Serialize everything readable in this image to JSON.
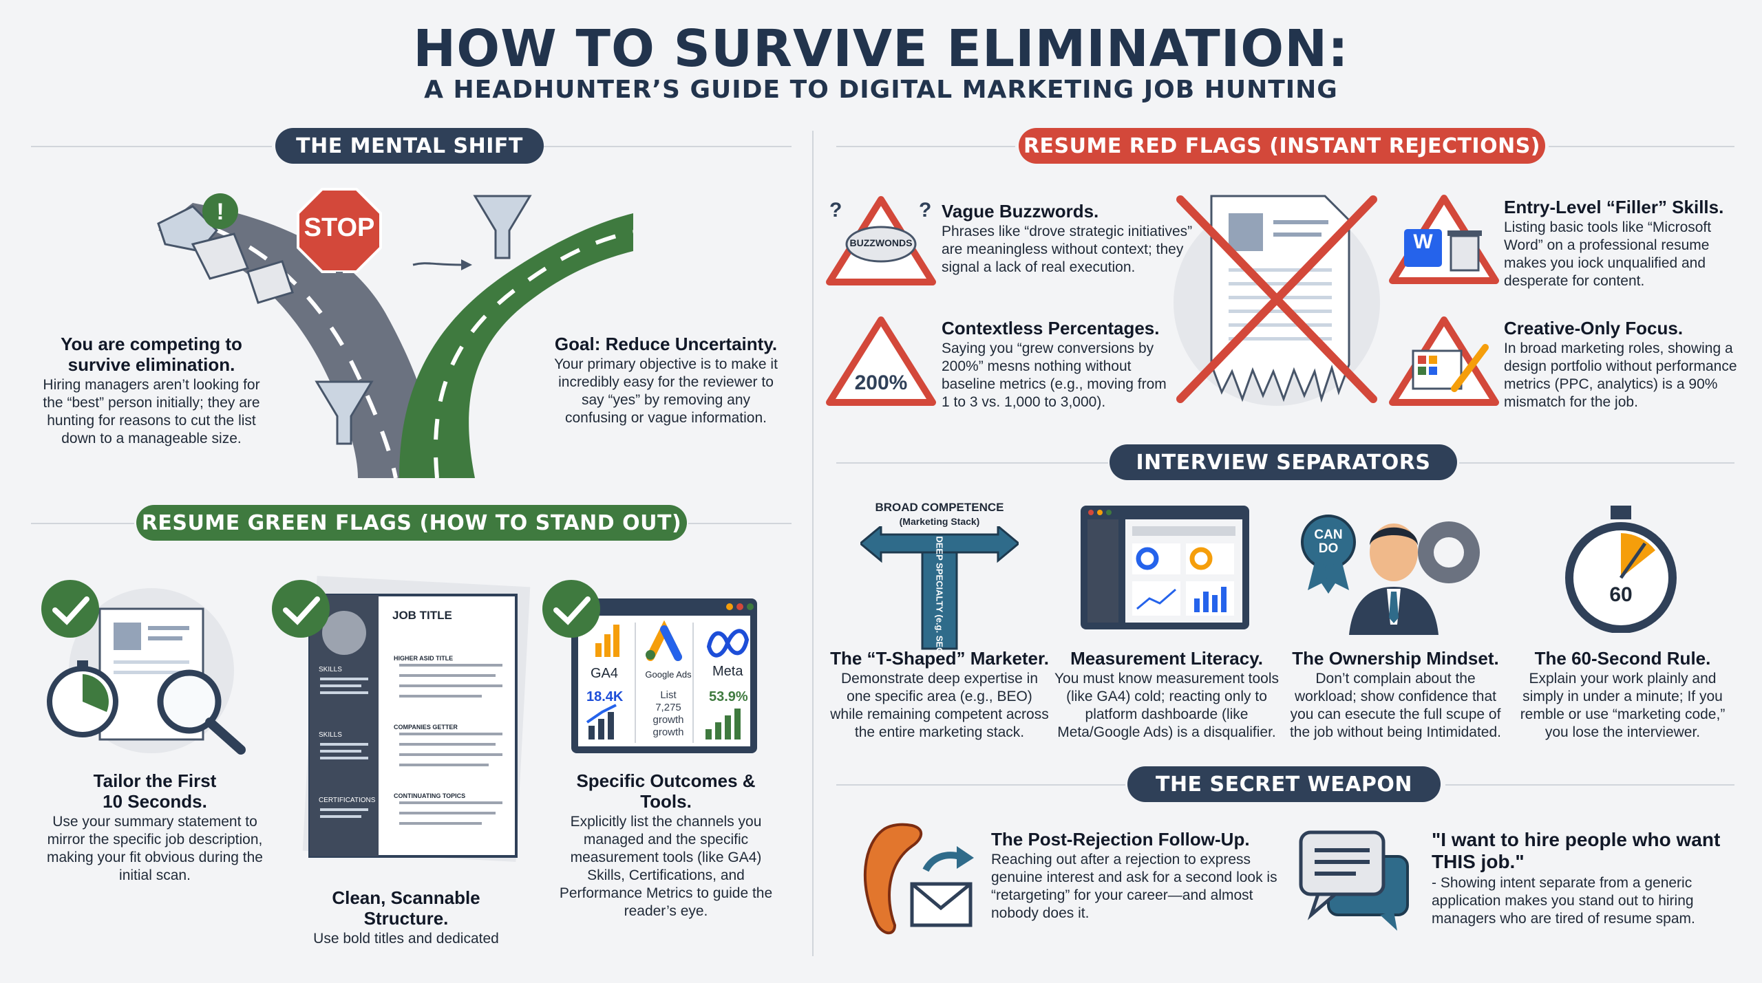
{
  "header": {
    "title": "HOW TO SURVIVE ELIMINATION:",
    "subtitle": "A HEADHUNTER’S GUIDE TO DIGITAL MARKETING JOB HUNTING"
  },
  "colors": {
    "navy": "#2f4058",
    "red": "#d3483a",
    "green": "#3f7a3f"
  },
  "mental_shift": {
    "label": "THE MENTAL SHIFT",
    "stop_sign": "STOP",
    "left": {
      "heading": "You are competing to survive elimination.",
      "body": "Hiring managers aren’t looking for the “best” person initially; they are hunting for reasons to cut the list down to a manageable size."
    },
    "right": {
      "heading": "Goal: Reduce Uncertainty.",
      "body": "Your primary objective is to make it incredibly easy for the reviewer to say “yes” by removing any confusing or vague information."
    }
  },
  "green_flags": {
    "label": "RESUME GREEN FLAGS (HOW TO STAND OUT)",
    "items": [
      {
        "heading": "Tailor the First 10 Seconds.",
        "body": "Use your summary statement to mirror the specific job description, making your fit obvious during the initial scan."
      },
      {
        "heading": "Clean, Scannable Structure.",
        "body": "Use bold titles and dedicated",
        "resume_labels": [
          "JOB TITLE",
          "SKILLS",
          "SKILLS",
          "CERTIFICATIONS",
          "HIGHER ASID TITLE",
          "COMPANIES GETTER",
          "CONTINUATING TOPICS"
        ]
      },
      {
        "heading": "Specific Outcomes & Tools.",
        "body": "Explicitly list the channels you managed and the specific measurement tools (like GA4) Skills, Certifications, and Performance Metrics to guide the reader’s eye.",
        "tools": [
          {
            "name": "GA4",
            "metric": "18.4K"
          },
          {
            "name": "Google Ads",
            "metric": "List 7,275 growth growth"
          },
          {
            "name": "Meta",
            "metric": "53.9%"
          }
        ]
      }
    ]
  },
  "red_flags": {
    "label": "RESUME RED FLAGS (INSTANT REJECTIONS)",
    "items": [
      {
        "heading": "Vague Buzzwords.",
        "body": "Phrases like “drove strategic initiatives” are meaningless without context; they signal a lack of real execution.",
        "icon_text": "BUZZWONDS"
      },
      {
        "heading": "Contextless Percentages.",
        "body": "Saying you “grew conversions by 200%” mesns nothing without baseline metrics (e.g., moving from 1 to 3 vs. 1,000 to 3,000).",
        "icon_text": "200%"
      },
      {
        "heading": "Entry-Level “Filler” Skills.",
        "body": "Listing basic tools like “Microsoft Word” on a professional resume makes you iock unqualified and desperate for content.",
        "icon_text": "W"
      },
      {
        "heading": "Creative-Only Focus.",
        "body": "In broad marketing roles, showing a design portfolio without performance metrics (PPC, analytics) is a 90% mismatch for the job."
      }
    ]
  },
  "interview": {
    "label": "INTERVIEW SEPARATORS",
    "t_shape_title": "BROAD COMPETENCE",
    "t_shape_sub": "(Marketing Stack)",
    "t_shape_vertical": "DEEP SPECIALTY (e.g. SEO)",
    "badge_text": "CAN DO",
    "timer_text": "60",
    "items": [
      {
        "heading": "The “T-Shaped” Marketer.",
        "body": "Demonstrate deep expertise in one specific area (e.g., BEO) while remaining competent across the entire marketing stack."
      },
      {
        "heading": "Measurement Literacy.",
        "body": "You must know measurement tools (like GA4) cold; reacting only to platform dashboarde (like Meta/Google Ads) is a disqualifier."
      },
      {
        "heading": "The Ownership Mindset.",
        "body": "Don’t complain about the workload; show confidence that you can esecute the full scupe of the job without being Intimidated."
      },
      {
        "heading": "The 60-Second Rule.",
        "body": "Explain your work plainly and simply in under a minute; If you remble or use “marketing code,” you lose the interviewer."
      }
    ]
  },
  "secret": {
    "label": "THE SECRET WEAPON",
    "left": {
      "heading": "The Post-Rejection Follow-Up.",
      "body": "Reaching out after a rejection to express genuine interest and ask for a second look is “retargeting” for your career—and almost nobody does it."
    },
    "right": {
      "heading": "\"I want to hire people who want THIS job.\"",
      "body": "- Showing intent separate from a generic application makes you stand out to hiring managers who are tired of resume spam."
    }
  }
}
